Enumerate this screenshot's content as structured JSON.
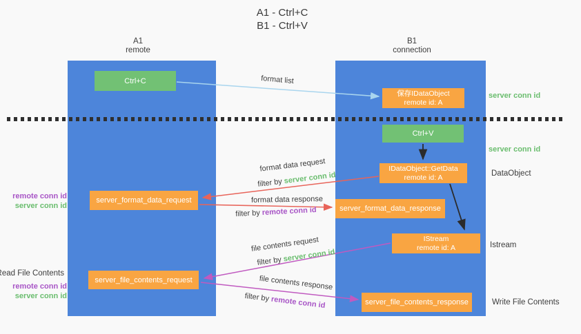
{
  "title": {
    "line1": "A1 - Ctrl+C",
    "line2": "B1 - Ctrl+V"
  },
  "columns": {
    "a": {
      "id": "A1",
      "role": "remote"
    },
    "b": {
      "id": "B1",
      "role": "connection"
    }
  },
  "boxes": {
    "ctrl_c": "Ctrl+C",
    "ctrl_v": "Ctrl+V",
    "save_dataobject": {
      "line1": "保存IDataObject",
      "line2": "remote id: A"
    },
    "getdata": {
      "line1": "IDataObject::GetData",
      "line2": "remote id: A"
    },
    "istream": {
      "line1": "IStream",
      "line2": "remote id: A"
    },
    "format_request": "server_format_data_request",
    "format_response": "server_format_data_response",
    "file_request": "server_file_contents_request",
    "file_response": "server_file_contents_response"
  },
  "arrow_labels": {
    "format_list": "format list",
    "format_data_request": "format data request",
    "format_data_response": "format data response",
    "file_contents_request": "file contents request",
    "file_contents_response": "file contents response",
    "filter_by": "filter by "
  },
  "keys": {
    "server_conn_id": "server conn id",
    "remote_conn_id": "remote conn id"
  },
  "side_labels": {
    "read_file": "Read File Contents",
    "write_file": "Write File Contents",
    "dataobject": "DataObject",
    "istream": "Istream"
  },
  "colors": {
    "background": "#f9f9f9",
    "column_blue": "#4d85da",
    "box_green": "#72c174",
    "box_orange": "#f9a542",
    "arrow_light_blue": "#a9d5ee",
    "arrow_red": "#e8645a",
    "arrow_magenta": "#c05ac0",
    "arrow_black": "#2b2b2b",
    "server_conn_green": "#6abd6e",
    "remote_conn_purple": "#a855c6",
    "text_dark": "#3c3c3c"
  }
}
